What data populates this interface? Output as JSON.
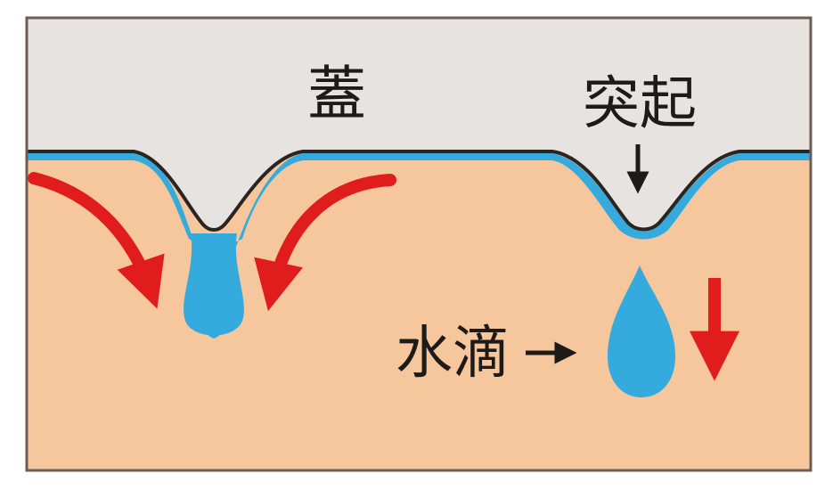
{
  "labels": {
    "lid": "蓋",
    "protrusion": "突起",
    "water_drop": "水滴"
  },
  "colors": {
    "lid": "#e6e3e1",
    "body": "#f6c79c",
    "water": "#35aadd",
    "arrow": "#e01c1c",
    "outline": "#2b2420",
    "frame": "#6b5d55",
    "text": "#1e1a18"
  }
}
